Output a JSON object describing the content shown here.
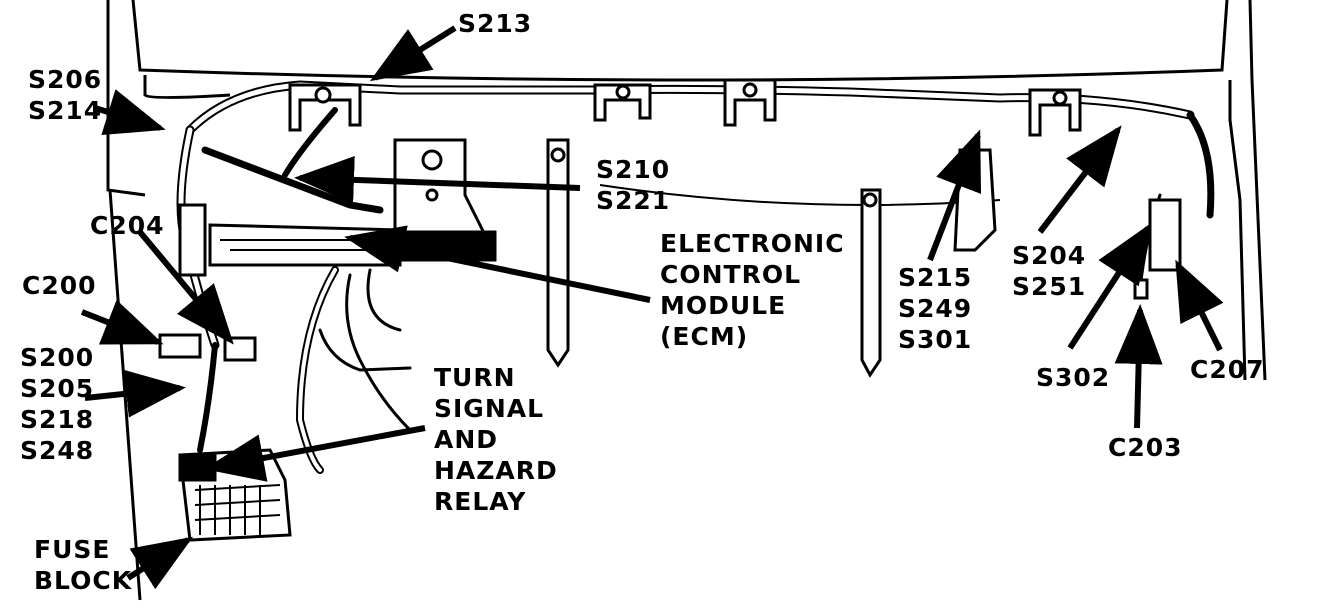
{
  "labels": {
    "s213": [
      "S213"
    ],
    "s206_s214": [
      "S206",
      "S214"
    ],
    "s210_s221": [
      "S210",
      "S221"
    ],
    "c204": [
      "C204"
    ],
    "c200": [
      "C200"
    ],
    "s200_group": [
      "S200",
      "S205",
      "S218",
      "S248"
    ],
    "fuse_block": [
      "FUSE",
      "BLOCK"
    ],
    "ecm": [
      "ELECTRONIC",
      "CONTROL",
      "MODULE",
      "(ECM)"
    ],
    "turn_signal": [
      "TURN",
      "SIGNAL",
      "AND",
      "HAZARD",
      "RELAY"
    ],
    "s215_group": [
      "S215",
      "S249",
      "S301"
    ],
    "s204_s251": [
      "S204",
      "S251"
    ],
    "s302": [
      "S302"
    ],
    "c203": [
      "C203"
    ],
    "c207": [
      "C207"
    ]
  },
  "colors": {
    "ink": "#000000",
    "paper": "#ffffff"
  }
}
